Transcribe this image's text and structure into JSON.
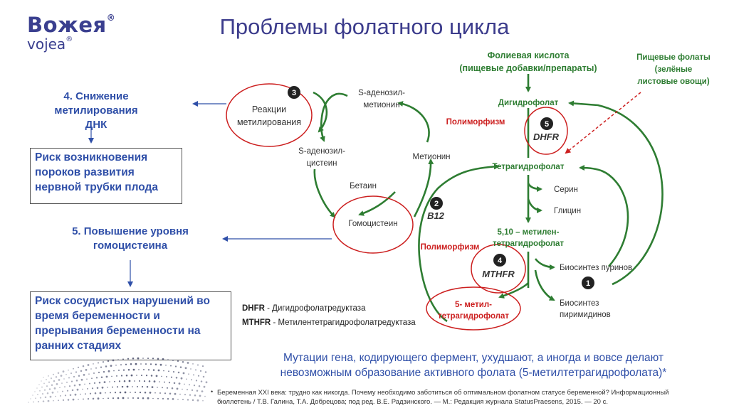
{
  "logo": {
    "main": "Вожея",
    "sub": "vojea",
    "reg": "®"
  },
  "title": "Проблемы фолатного цикла",
  "left_panel": {
    "item4": [
      "4. Снижение",
      "метилирования ДНК"
    ],
    "box1": [
      "Риск возникновения",
      "пороков развития",
      "нервной трубки плода"
    ],
    "item5": [
      "5. Повышение уровня",
      "гомоцистеина"
    ],
    "box2": [
      "Риск сосудистых нарушений во",
      "время беременности и",
      "прерывания беременности на",
      "ранних стадиях"
    ]
  },
  "legend": {
    "dhfr_abbr": "DHFR",
    "dhfr_text": " - Дигидрофолатредуктаза",
    "mthfr_abbr": "MTHFR",
    "mthfr_text": " - Метилентетрагидрофолатредуктаза"
  },
  "diagram": {
    "methylation": [
      "Реакции",
      "метилирования"
    ],
    "sam": [
      "S-аденозил-",
      "метионин"
    ],
    "sah": [
      "S-аденозил-",
      "цистеин"
    ],
    "methionine": "Метионин",
    "betaine": "Бетаин",
    "homocysteine": "Гомоцистеин",
    "b12": "B12",
    "folic_acid": [
      "Фолиевая кислота",
      "(пищевые добавки/препараты)"
    ],
    "dietary_folates": [
      "Пищевые фолаты",
      "(зелёные",
      "листовые овощи)"
    ],
    "dhf": "Дигидрофолат",
    "polymorphism": "Полиморфизм",
    "dhfr": "DHFR",
    "thf": "Тетрагидрофолат",
    "serine": "Серин",
    "glycine": "Глицин",
    "methylene_thf": [
      "5,10 – метилен-",
      "тетрагидрофолат"
    ],
    "mthfr": "MTHFR",
    "methyl_thf": [
      "5- метил-",
      "тетрагидрофолат"
    ],
    "purine": "Биосинтез пуринов",
    "pyrimidine": [
      "Биосинтез",
      "пиримидинов"
    ],
    "badges": [
      "1",
      "2",
      "3",
      "4",
      "5"
    ]
  },
  "colors": {
    "green": "#2e7d32",
    "red": "#cc1f1f",
    "blue": "#2f4fa8",
    "gray": "#444444"
  },
  "note": [
    "Мутации гена, кодирующего фермент, ухудшают, а иногда и вовсе делают",
    "невозможным образование активного фолата (5-метилтетрагидрофолата)*"
  ],
  "reference": [
    "Беременная XXI века: трудно как никогда. Почему необходимо заботиться об оптимальном фолатном статусе беременной? Информационный",
    "бюллетень / Т.В. Галина, Т.А. Добрецова; под ред. В.Е. Радзинского. — М.: Редакция журнала StatusPraesens, 2015. — 20 с."
  ],
  "reference_bullet": "•"
}
